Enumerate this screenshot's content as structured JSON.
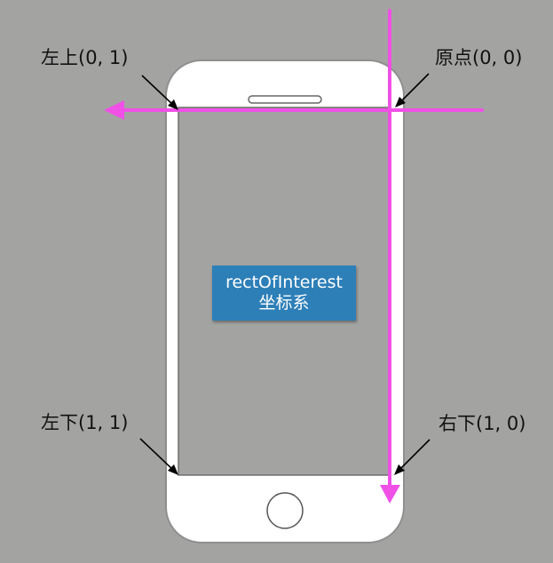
{
  "title_box": {
    "line1": "rectOfInterest",
    "line2": "坐标系"
  },
  "corner_labels": {
    "top_left": "左上(0, 1)",
    "origin": "原点(0, 0)",
    "bottom_left": "左下(1, 1)",
    "bottom_right": "右下(1, 0)"
  },
  "colors": {
    "background": "#a3a4a2",
    "axis_arrow": "#f050e6",
    "title_box": "#2d7fb8",
    "phone_body": "#ffffff"
  }
}
